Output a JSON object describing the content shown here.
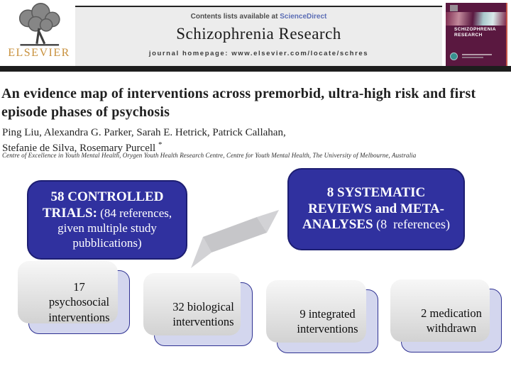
{
  "journal_header": {
    "publisher": "ELSEVIER",
    "contents_prefix": "Contents lists available at",
    "contents_link": "ScienceDirect",
    "journal_name": "Schizophrenia Research",
    "homepage_line": "journal homepage: www.elsevier.com/locate/schres",
    "cover_title": "SCHIZOPHRENIA\nRESEARCH"
  },
  "article": {
    "title": "An evidence map of interventions across premorbid, ultra-high risk and first episode phases of psychosis",
    "authors_line1": "Ping Liu, Alexandra G. Parker, Sarah E. Hetrick, Patrick Callahan,",
    "authors_line2": "Stefanie de Silva, Rosemary Purcell",
    "corresponding_mark": "*",
    "affiliation": "Centre of Excellence in Youth Mental Health, Orygen Youth Health Research Centre, Centre for Youth Mental Health, The University of Melbourne, Australia"
  },
  "diagram": {
    "controlled_trials_bold": "58 CONTROLLED TRIALS:",
    "controlled_trials_detail": "(84 references, given multiple study pubblications)",
    "systematic_reviews_bold": "8 SYSTEMATIC REVIEWS and META-ANALYSES",
    "systematic_reviews_detail": "(8  references)",
    "branches": [
      {
        "text": "17\npsychosocial\ninterventions"
      },
      {
        "text": "32 biological\ninterventions"
      },
      {
        "text": "9 integrated\ninterventions"
      },
      {
        "text": "2 medication\nwithdrawn"
      }
    ]
  },
  "colors": {
    "primary_box_blue": "#30319f",
    "branch_box_fill": "#d3d6ee",
    "branch_box_border": "#2e3192",
    "publisher_orange": "#c8913d",
    "cover_maroon": "#5a1840",
    "link_blue": "#5b6db5",
    "arrow_grey": "#c6c6c9"
  }
}
